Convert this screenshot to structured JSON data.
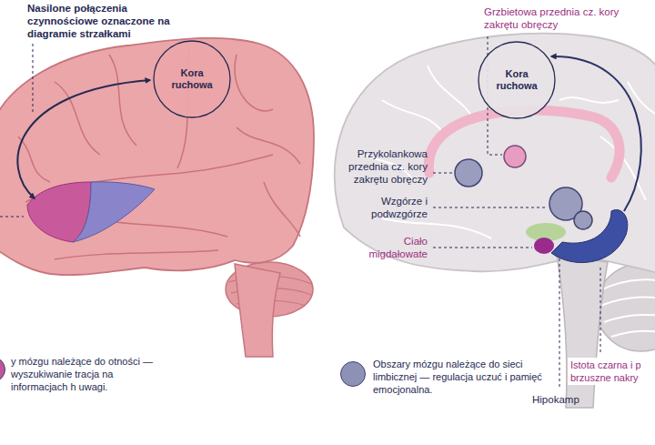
{
  "diagram": {
    "nodes": [
      {
        "text": [
          "Kora ruchowa"
        ]
      },
      {
        "text": [
          "Kora ruchowa"
        ]
      }
    ],
    "labels": [
      "Nasilone połączenia czynnościowe oznaczone na diagramie strzałkami",
      "Grzbietowa przednia cz. kory zakrętu obręczy",
      "Przykolankowa przednia cz. kory zakrętu obręczy",
      "Wzgórze i podwzgórze",
      "Ciało migdałowate",
      "Istota czarna i p brzuszne nakry",
      "Hipokamp"
    ],
    "legend": [
      {
        "text": "y mózgu należące do otności — wyszukiwanie tracja na informacjach h uwagi.",
        "color": "#c0559a"
      },
      {
        "text": "Obszary mózgu należące do sieci limbicznej — regulacja uczuć i pamięć emocjonalna.",
        "color": "#8e91b6"
      }
    ]
  }
}
